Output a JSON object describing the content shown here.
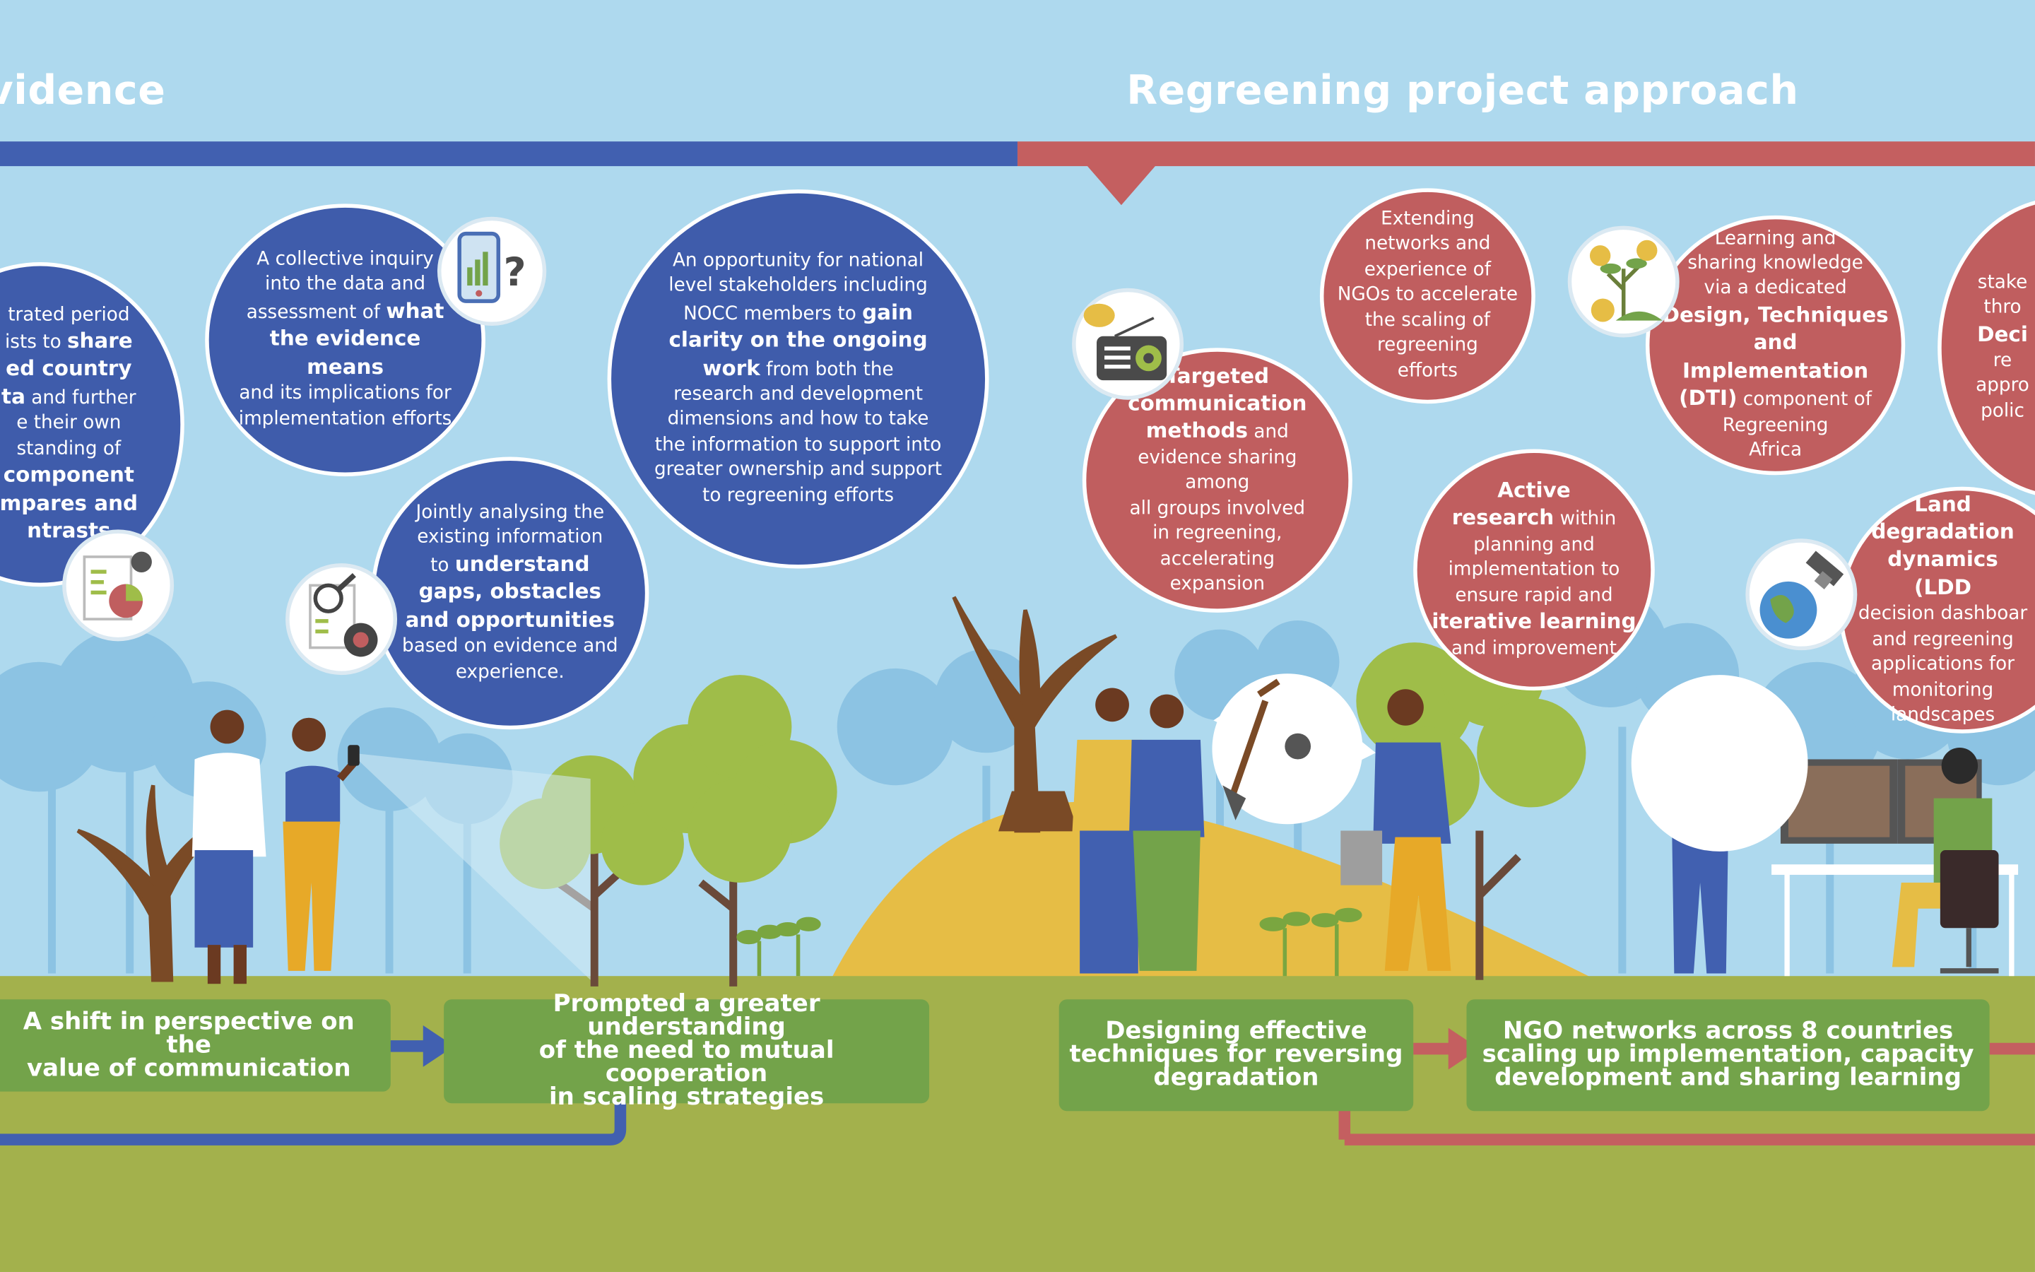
{
  "headings": {
    "left": "vidence",
    "right": "Regreening project approach"
  },
  "colors": {
    "sky": "#aed9ee",
    "evidence_blue": "#4160b0",
    "approach_red": "#c45f60",
    "ground_green": "#a3b14c",
    "label_green": "#73a34a",
    "hill_yellow": "#e6bd45"
  },
  "bubbles": {
    "b1": {
      "lines": [
        {
          "parts": [
            {
              "t": "trated period",
              "b": false
            }
          ]
        },
        {
          "parts": [
            {
              "t": "ists to ",
              "b": false
            },
            {
              "t": "share",
              "b": true
            }
          ]
        },
        {
          "parts": [
            {
              "t": "ed country",
              "b": true
            }
          ]
        },
        {
          "parts": [
            {
              "t": "ta",
              "b": true
            },
            {
              "t": " and further",
              "b": false
            }
          ]
        },
        {
          "parts": [
            {
              "t": "e their own",
              "b": false
            }
          ]
        },
        {
          "parts": [
            {
              "t": "standing of",
              "b": false
            }
          ]
        },
        {
          "parts": [
            {
              "t": "component",
              "b": true
            }
          ]
        },
        {
          "parts": [
            {
              "t": "mpares and",
              "b": true
            }
          ]
        },
        {
          "parts": [
            {
              "t": "ntrasts",
              "b": true
            }
          ]
        }
      ]
    },
    "b2": {
      "lines": [
        {
          "parts": [
            {
              "t": "A collective inquiry",
              "b": false
            }
          ]
        },
        {
          "parts": [
            {
              "t": "into the data and",
              "b": false
            }
          ]
        },
        {
          "parts": [
            {
              "t": "assessment of ",
              "b": false
            },
            {
              "t": "what",
              "b": true
            }
          ]
        },
        {
          "parts": [
            {
              "t": "the evidence means",
              "b": true
            }
          ]
        },
        {
          "parts": [
            {
              "t": "and its implications for",
              "b": false
            }
          ]
        },
        {
          "parts": [
            {
              "t": "implementation efforts",
              "b": false
            }
          ]
        }
      ]
    },
    "b3": {
      "lines": [
        {
          "parts": [
            {
              "t": "An opportunity for national",
              "b": false
            }
          ]
        },
        {
          "parts": [
            {
              "t": "level stakeholders including",
              "b": false
            }
          ]
        },
        {
          "parts": [
            {
              "t": "NOCC members to ",
              "b": false
            },
            {
              "t": "gain",
              "b": true
            }
          ]
        },
        {
          "parts": [
            {
              "t": "clarity on the ongoing",
              "b": true
            }
          ]
        },
        {
          "parts": [
            {
              "t": "work",
              "b": true
            },
            {
              "t": " from both the",
              "b": false
            }
          ]
        },
        {
          "parts": [
            {
              "t": "research and development",
              "b": false
            }
          ]
        },
        {
          "parts": [
            {
              "t": "dimensions and how to take",
              "b": false
            }
          ]
        },
        {
          "parts": [
            {
              "t": "the information to support into",
              "b": false
            }
          ]
        },
        {
          "parts": [
            {
              "t": "greater ownership and support",
              "b": false
            }
          ]
        },
        {
          "parts": [
            {
              "t": "to regreening efforts",
              "b": false
            }
          ]
        }
      ]
    },
    "b4": {
      "lines": [
        {
          "parts": [
            {
              "t": "Jointly analysing the",
              "b": false
            }
          ]
        },
        {
          "parts": [
            {
              "t": "existing information",
              "b": false
            }
          ]
        },
        {
          "parts": [
            {
              "t": "to ",
              "b": false
            },
            {
              "t": "understand",
              "b": true
            }
          ]
        },
        {
          "parts": [
            {
              "t": "gaps, obstacles",
              "b": true
            }
          ]
        },
        {
          "parts": [
            {
              "t": "and opportunities",
              "b": true
            }
          ]
        },
        {
          "parts": [
            {
              "t": "based on evidence and",
              "b": false
            }
          ]
        },
        {
          "parts": [
            {
              "t": "experience.",
              "b": false
            }
          ]
        }
      ]
    },
    "r1": {
      "lines": [
        {
          "parts": [
            {
              "t": "Extending",
              "b": false
            }
          ]
        },
        {
          "parts": [
            {
              "t": "networks and",
              "b": false
            }
          ]
        },
        {
          "parts": [
            {
              "t": "experience of",
              "b": false
            }
          ]
        },
        {
          "parts": [
            {
              "t": "NGOs to accelerate",
              "b": false
            }
          ]
        },
        {
          "parts": [
            {
              "t": "the scaling of",
              "b": false
            }
          ]
        },
        {
          "parts": [
            {
              "t": "regreening",
              "b": false
            }
          ]
        },
        {
          "parts": [
            {
              "t": "efforts",
              "b": false
            }
          ]
        }
      ]
    },
    "r2": {
      "lines": [
        {
          "parts": [
            {
              "t": "Learning and",
              "b": false
            }
          ]
        },
        {
          "parts": [
            {
              "t": "sharing knowledge",
              "b": false
            }
          ]
        },
        {
          "parts": [
            {
              "t": "via a dedicated",
              "b": false
            }
          ]
        },
        {
          "parts": [
            {
              "t": "Design, Techniques",
              "b": true
            }
          ]
        },
        {
          "parts": [
            {
              "t": "and Implementation",
              "b": true
            }
          ]
        },
        {
          "parts": [
            {
              "t": "(DTI)",
              "b": true
            },
            {
              "t": " component of",
              "b": false
            }
          ]
        },
        {
          "parts": [
            {
              "t": "Regreening",
              "b": false
            }
          ]
        },
        {
          "parts": [
            {
              "t": "Africa",
              "b": false
            }
          ]
        }
      ]
    },
    "r3": {
      "lines": [
        {
          "parts": [
            {
              "t": "stake",
              "b": false
            }
          ]
        },
        {
          "parts": [
            {
              "t": "thro",
              "b": false
            }
          ]
        },
        {
          "parts": [
            {
              "t": "Deci",
              "b": true
            }
          ]
        },
        {
          "parts": [
            {
              "t": "re",
              "b": false
            }
          ]
        },
        {
          "parts": [
            {
              "t": "appro",
              "b": false
            }
          ]
        },
        {
          "parts": [
            {
              "t": "polic",
              "b": false
            }
          ]
        }
      ]
    },
    "r4": {
      "lines": [
        {
          "parts": [
            {
              "t": "Targeted",
              "b": true
            }
          ]
        },
        {
          "parts": [
            {
              "t": "communication",
              "b": true
            }
          ]
        },
        {
          "parts": [
            {
              "t": "methods",
              "b": true
            },
            {
              "t": " and",
              "b": false
            }
          ]
        },
        {
          "parts": [
            {
              "t": "evidence sharing among",
              "b": false
            }
          ]
        },
        {
          "parts": [
            {
              "t": "all groups involved",
              "b": false
            }
          ]
        },
        {
          "parts": [
            {
              "t": "in regreening,",
              "b": false
            }
          ]
        },
        {
          "parts": [
            {
              "t": "accelerating",
              "b": false
            }
          ]
        },
        {
          "parts": [
            {
              "t": "expansion",
              "b": false
            }
          ]
        }
      ]
    },
    "r5": {
      "lines": [
        {
          "parts": [
            {
              "t": "Active",
              "b": true
            }
          ]
        },
        {
          "parts": [
            {
              "t": "research",
              "b": true
            },
            {
              "t": " within",
              "b": false
            }
          ]
        },
        {
          "parts": [
            {
              "t": "planning and",
              "b": false
            }
          ]
        },
        {
          "parts": [
            {
              "t": "implementation to",
              "b": false
            }
          ]
        },
        {
          "parts": [
            {
              "t": "ensure rapid and",
              "b": false
            }
          ]
        },
        {
          "parts": [
            {
              "t": "iterative learning",
              "b": true
            }
          ]
        },
        {
          "parts": [
            {
              "t": "and improvement",
              "b": false
            }
          ]
        }
      ]
    },
    "r6": {
      "lines": [
        {
          "parts": [
            {
              "t": "Land",
              "b": true
            }
          ]
        },
        {
          "parts": [
            {
              "t": "degradation",
              "b": true
            }
          ]
        },
        {
          "parts": [
            {
              "t": "dynamics (LDD",
              "b": true
            }
          ]
        },
        {
          "parts": [
            {
              "t": "decision dashboar",
              "b": false
            }
          ]
        },
        {
          "parts": [
            {
              "t": "and regreening",
              "b": false
            }
          ]
        },
        {
          "parts": [
            {
              "t": "applications for",
              "b": false
            }
          ]
        },
        {
          "parts": [
            {
              "t": "monitoring",
              "b": false
            }
          ]
        },
        {
          "parts": [
            {
              "t": "landscapes",
              "b": false
            }
          ]
        }
      ]
    }
  },
  "labels": {
    "l1": {
      "lines": [
        "A shift in perspective on the",
        "value of communication"
      ]
    },
    "l2": {
      "lines": [
        "Prompted a greater understanding",
        "of the need to mutual cooperation",
        "in scaling strategies"
      ]
    },
    "l3": {
      "lines": [
        "Designing effective",
        "techniques for reversing",
        "degradation"
      ]
    },
    "l4": {
      "lines": [
        "NGO networks across 8 countries",
        "scaling up implementation, capacity",
        "development and sharing learning"
      ]
    }
  },
  "icons": [
    "smartphone-chart-icon",
    "question-mark-icon",
    "report-pie-chart-icon",
    "lightbulb-icon",
    "magnifier-document-icon",
    "gear-icon",
    "radio-icon",
    "speech-bubble-icon",
    "money-tree-icon",
    "coin-icon",
    "globe-satellite-icon",
    "shovel-icon",
    "lightbulb-icon",
    "monitor-map-icon"
  ]
}
